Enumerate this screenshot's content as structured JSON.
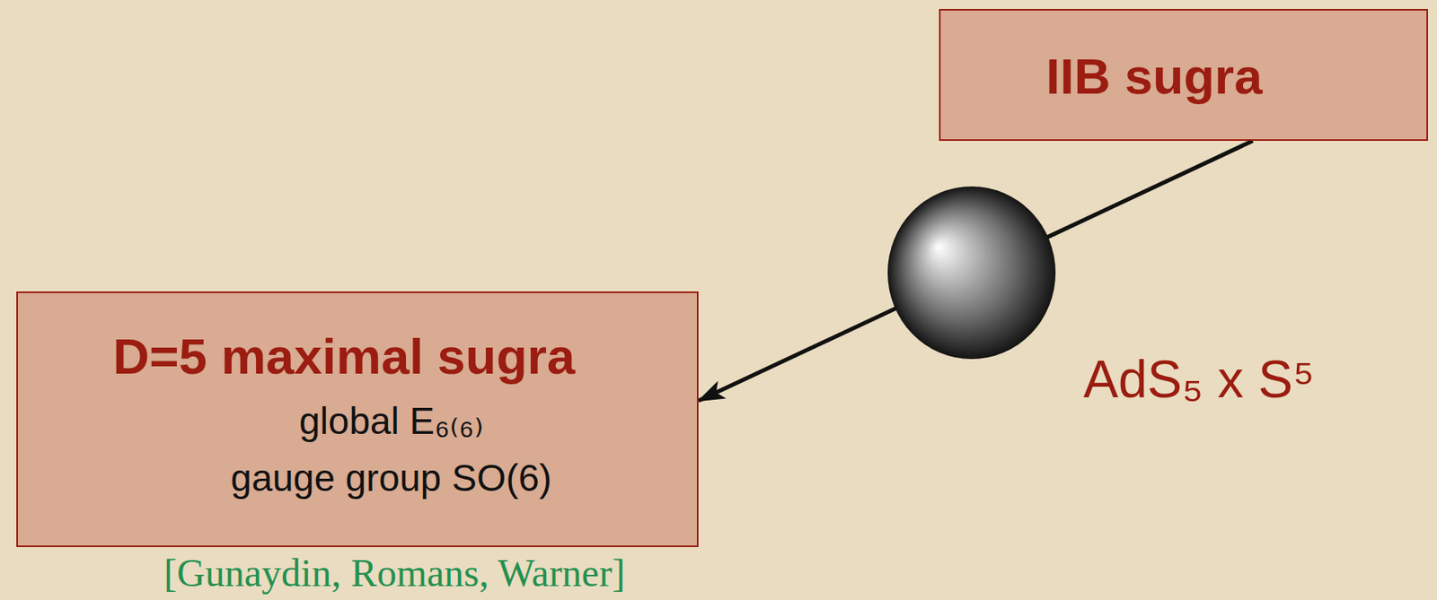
{
  "diagram": {
    "nodes": [
      {
        "text": [
          "IIB sugra"
        ]
      },
      {
        "text": [
          "D=5 maximal sugra",
          "global E₆₍₆₎",
          "gauge group SO(6)"
        ]
      }
    ],
    "edges": [
      {
        "from": 0,
        "to": 1,
        "arrow": "to"
      }
    ],
    "labels": [
      "AdS₅ x S⁵",
      "[Gunaydin, Romans, Warner]"
    ]
  }
}
